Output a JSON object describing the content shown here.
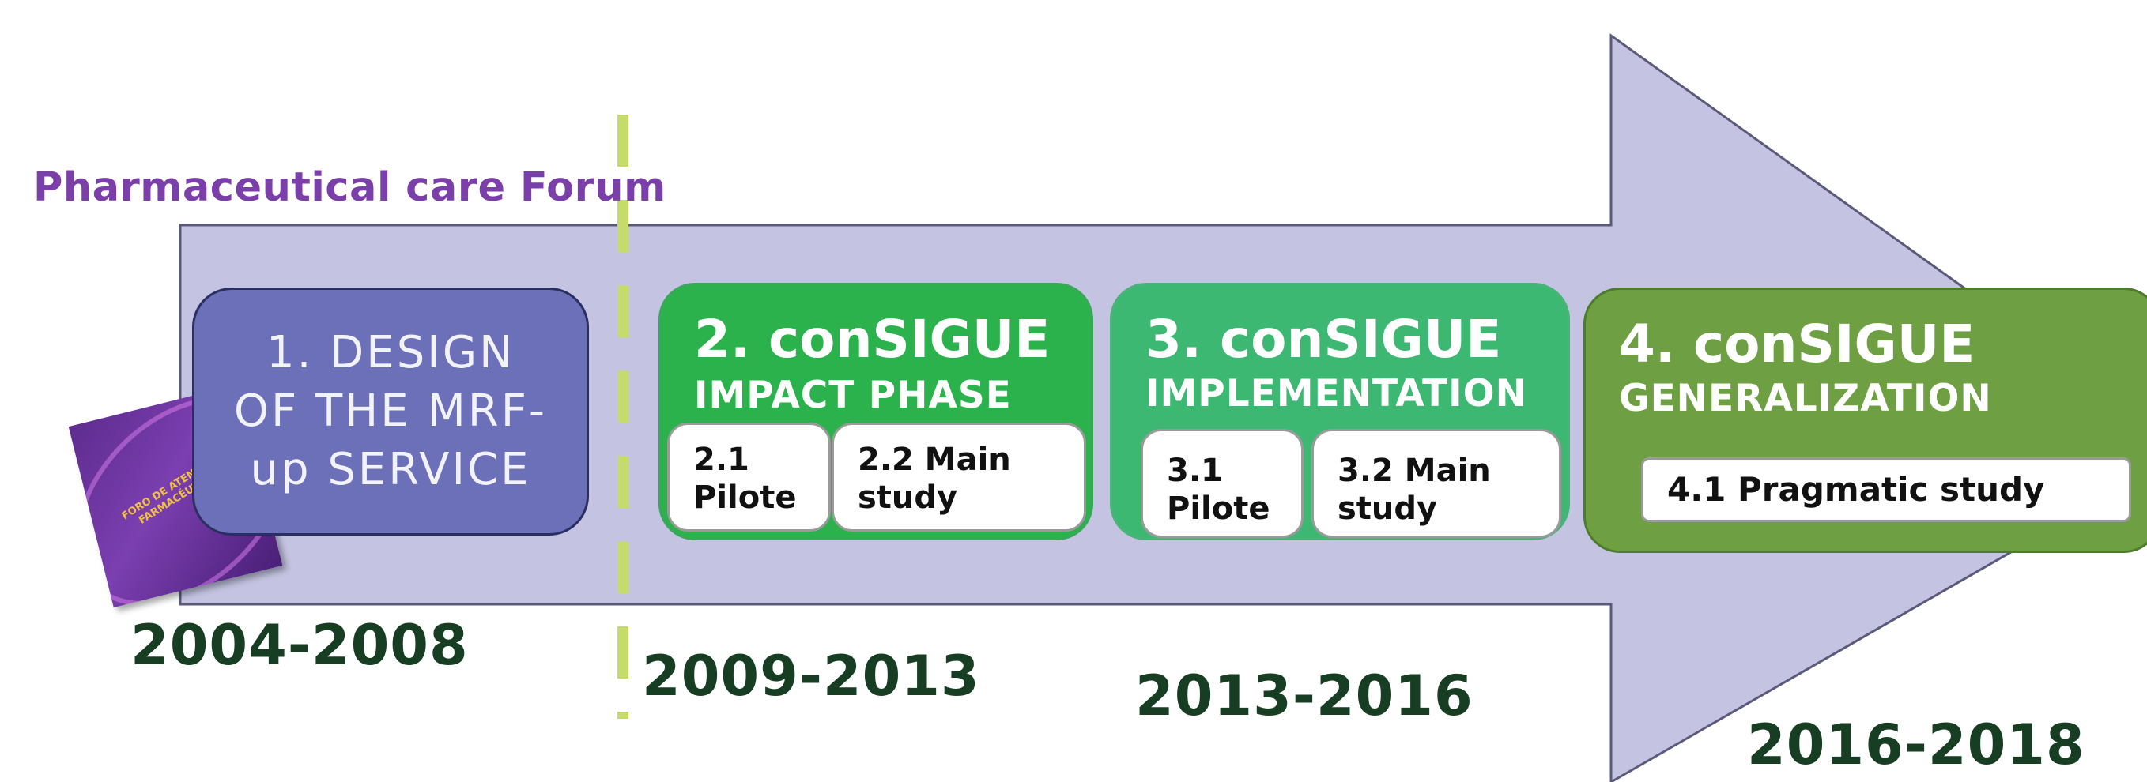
{
  "forum_label": "Pharmaceutical care Forum",
  "book": {
    "title": "FORO DE ATENCIÓN FARMACÉUTICA"
  },
  "phases": [
    {
      "title": "1. DESIGN OF THE MRF-up SERVICE",
      "year": "2004-2008"
    },
    {
      "title": "2. conSIGUE",
      "subtitle": "IMPACT PHASE",
      "year": "2009-2013",
      "subitems": [
        {
          "label": "2.1 Pilote"
        },
        {
          "label": "2.2 Main study"
        }
      ]
    },
    {
      "title": "3. conSIGUE",
      "subtitle": "IMPLEMENTATION",
      "year": "2013-2016",
      "subitems": [
        {
          "label": "3.1 Pilote"
        },
        {
          "label": "3.2 Main study"
        }
      ]
    },
    {
      "title": "4. conSIGUE",
      "subtitle": "GENERALIZATION",
      "year": "2016-2018",
      "subitems": [
        {
          "label": "4.1 Pragmatic study"
        }
      ]
    }
  ],
  "colors": {
    "arrow": "#c4c4e2",
    "phase1": "#6b70b8",
    "phase2": "#2bb24c",
    "phase3": "#3cb873",
    "phase4": "#6ea043",
    "divider": "#c5dc6c",
    "forum_label": "#7a3fa8",
    "year": "#173d22"
  }
}
